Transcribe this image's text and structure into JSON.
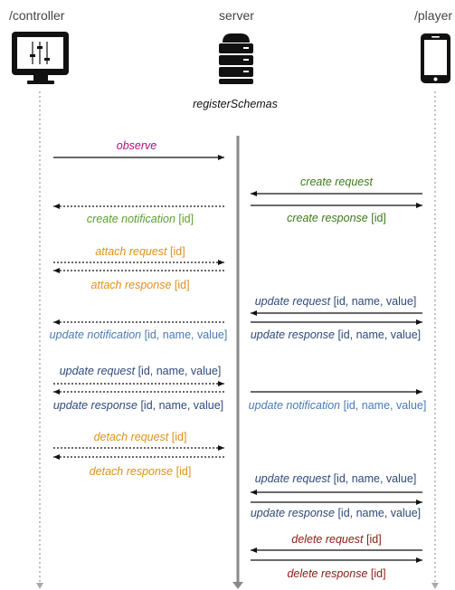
{
  "actors": {
    "controller": "/controller",
    "server": "server",
    "player": "/player"
  },
  "register_label": "registerSchemas",
  "messages": {
    "observe": {
      "verb": "observe",
      "args": ""
    },
    "create_request": {
      "verb": "create request",
      "args": ""
    },
    "create_response": {
      "verb": "create response",
      "args": " [id]"
    },
    "create_notification": {
      "verb": "create notification",
      "args": " [id]"
    },
    "attach_request": {
      "verb": "attach request",
      "args": " [id]"
    },
    "attach_response": {
      "verb": "attach response",
      "args": " [id]"
    },
    "update_request_player_1": {
      "verb": "update request",
      "args": " [id, name, value]"
    },
    "update_notification_controller": {
      "verb": "update notification",
      "args": " [id, name, value]"
    },
    "update_response_player_1": {
      "verb": "update response",
      "args": " [id, name, value]"
    },
    "update_request_controller": {
      "verb": "update request",
      "args": " [id, name, value]"
    },
    "update_response_controller": {
      "verb": "update response",
      "args": " [id, name, value]"
    },
    "update_notification_player": {
      "verb": "update notification",
      "args": " [id, name, value]"
    },
    "detach_request": {
      "verb": "detach request",
      "args": " [id]"
    },
    "detach_response": {
      "verb": "detach response",
      "args": " [id]"
    },
    "update_request_player_2": {
      "verb": "update request",
      "args": " [id, name, value]"
    },
    "update_response_player_2": {
      "verb": "update response",
      "args": " [id, name, value]"
    },
    "delete_request": {
      "verb": "delete request",
      "args": " [id]"
    },
    "delete_response": {
      "verb": "delete response",
      "args": " [id]"
    }
  },
  "colors": {
    "magenta": "#b0107e",
    "green": "#5c9e2e",
    "dark_green": "#3e7a1c",
    "orange": "#e0901a",
    "navy": "#2f4a7a",
    "blue": "#4a7ab5",
    "red": "#8a1a12"
  },
  "icons": {
    "controller": "monitor-with-sliders-icon",
    "server": "server-stack-icon",
    "player": "smartphone-icon"
  }
}
